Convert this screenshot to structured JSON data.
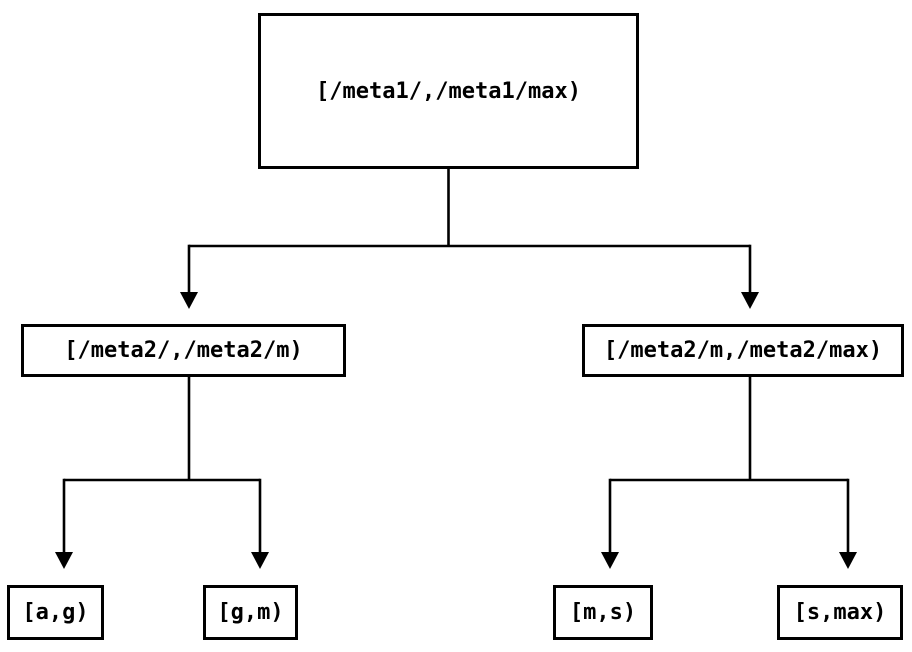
{
  "diagram": {
    "type": "tree",
    "nodes": {
      "root": {
        "label": "[/meta1/,/meta1/max)"
      },
      "left": {
        "label": "[/meta2/,/meta2/m)"
      },
      "right": {
        "label": "[/meta2/m,/meta2/max)"
      },
      "leaf_ag": {
        "label": "[a,g)"
      },
      "leaf_gm": {
        "label": "[g,m)"
      },
      "leaf_ms": {
        "label": "[m,s)"
      },
      "leaf_smax": {
        "label": "[s,max)"
      }
    },
    "edges": [
      {
        "from": "root",
        "to": "left"
      },
      {
        "from": "root",
        "to": "right"
      },
      {
        "from": "left",
        "to": "leaf_ag"
      },
      {
        "from": "left",
        "to": "leaf_gm"
      },
      {
        "from": "right",
        "to": "leaf_ms"
      },
      {
        "from": "right",
        "to": "leaf_smax"
      }
    ],
    "colors": {
      "line": "#000000",
      "text": "#000000",
      "node_border": "#000000",
      "node_fill": "#ffffff",
      "background": "#ffffff"
    }
  }
}
